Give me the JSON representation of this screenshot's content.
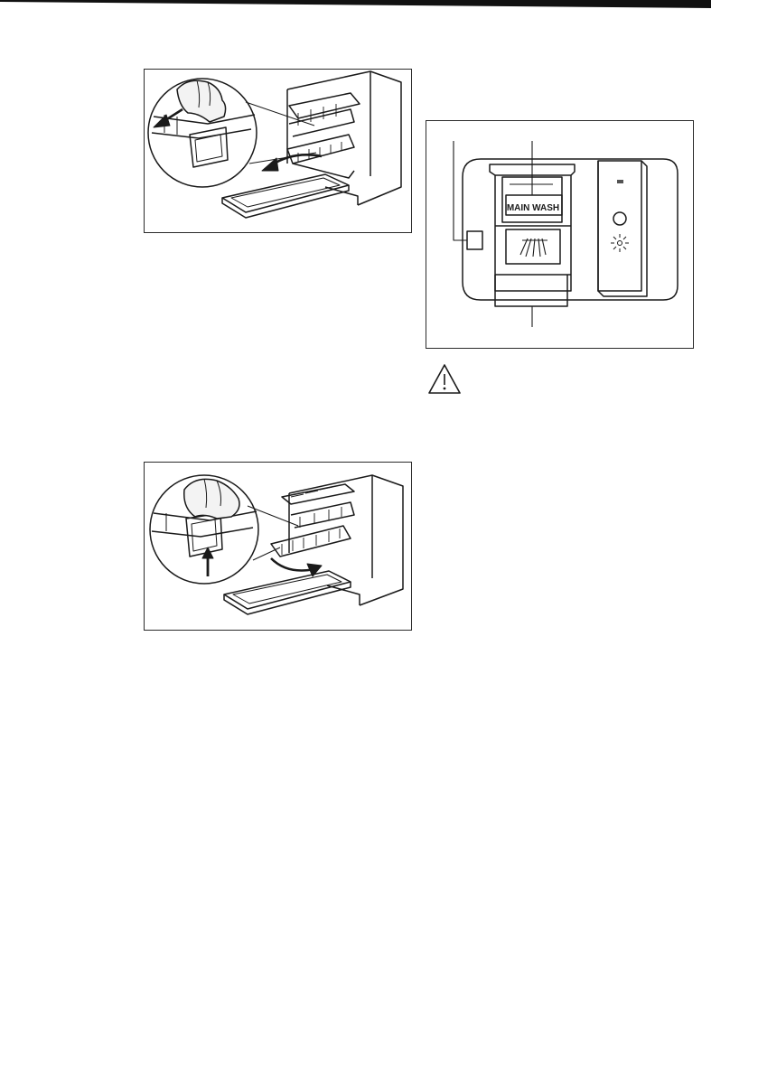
{
  "page": {
    "background": "#ffffff",
    "line_color": "#1a1a1a"
  },
  "figures": {
    "remove_basket": {
      "icon": "dishwasher-basket-remove-illustration"
    },
    "insert_basket": {
      "icon": "dishwasher-basket-insert-illustration"
    },
    "dispenser": {
      "icon": "detergent-dispenser-illustration",
      "compartment_label": "MAIN WASH"
    }
  },
  "warning": {
    "icon": "warning-triangle-icon"
  }
}
